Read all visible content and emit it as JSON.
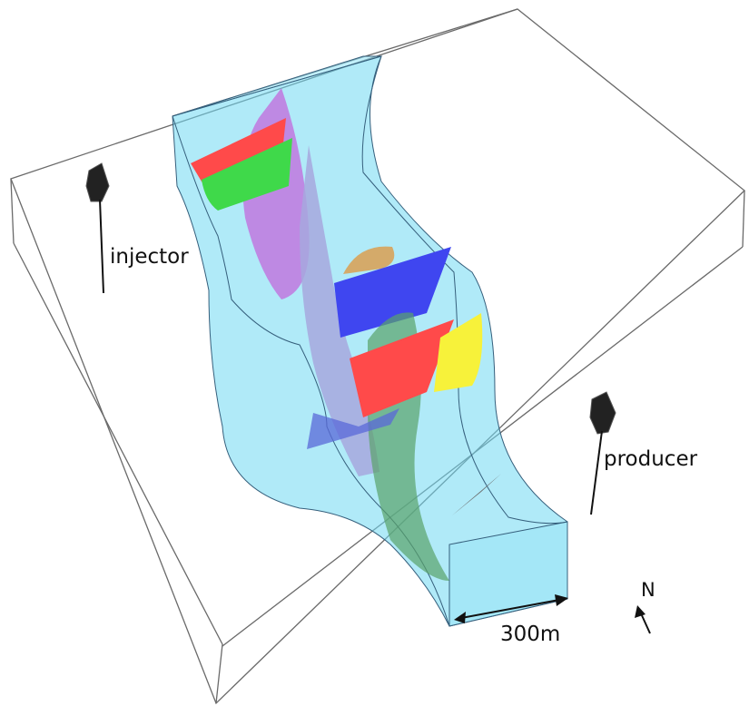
{
  "labels": {
    "injector": "injector",
    "producer": "producer",
    "scale": "300m",
    "north": "N"
  },
  "colors": {
    "box_edge": "#6a6a6a",
    "channel_fill": "#6fd9f2",
    "channel_edge": "#355f7c",
    "fault_red": "#ff4a4a",
    "fault_green": "#3fd94a",
    "fault_purple": "#c07ee0",
    "fault_blue": "#3f46f0",
    "fault_yellow": "#f7f23a",
    "fault_olive_green": "#5aa36a",
    "fault_lavender": "#a7a8de",
    "fault_tan": "#d8a35a",
    "well_marker": "#222222",
    "text": "#111111"
  }
}
